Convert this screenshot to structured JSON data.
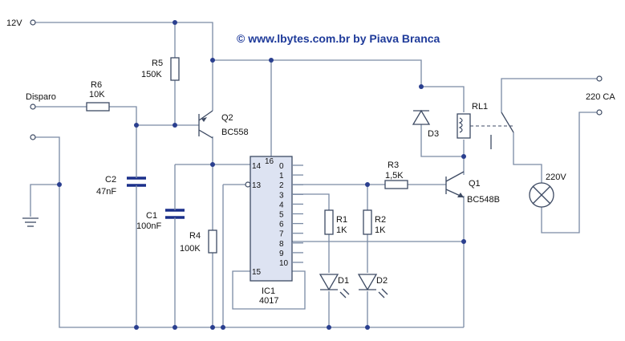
{
  "title": "© www.lbytes.com.br by Piava Branca",
  "terminals": {
    "supply": "12V",
    "trigger": "Disparo",
    "mains": "220 CA"
  },
  "components": {
    "r5": {
      "name": "R5",
      "value": "150K"
    },
    "r6": {
      "name": "R6",
      "value": "10K"
    },
    "r4": {
      "name": "R4",
      "value": "100K"
    },
    "r3": {
      "name": "R3",
      "value": "1,5K"
    },
    "r1": {
      "name": "R1",
      "value": "1K"
    },
    "r2": {
      "name": "R2",
      "value": "1K"
    },
    "c2": {
      "name": "C2",
      "value": "47nF"
    },
    "c1": {
      "name": "C1",
      "value": "100nF"
    },
    "q2": {
      "name": "Q2",
      "value": "BC558"
    },
    "q1": {
      "name": "Q1",
      "value": "BC548B"
    },
    "d1": {
      "name": "D1"
    },
    "d2": {
      "name": "D2"
    },
    "d3": {
      "name": "D3"
    },
    "rl1": {
      "name": "RL1"
    },
    "lamp": {
      "value": "220V"
    },
    "ic1": {
      "name": "IC1",
      "value": "4017"
    }
  },
  "ic_pins": {
    "left": [
      "14",
      "13",
      "15"
    ],
    "top": "16",
    "right": [
      "0",
      "1",
      "2",
      "3",
      "4",
      "5",
      "6",
      "7",
      "8",
      "9",
      "10"
    ]
  },
  "colors": {
    "title": "#1f3b9a",
    "junction": "#2a3f8f",
    "wire": "#7a8aa4",
    "capacitor": "#1a2f8a",
    "ic_body": "#dde3f2"
  }
}
